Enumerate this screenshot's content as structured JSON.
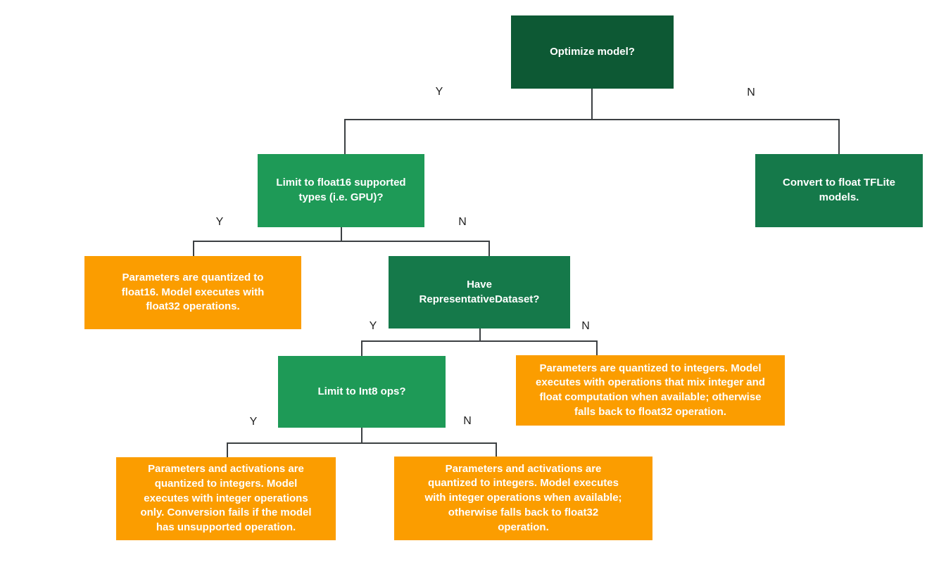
{
  "colors": {
    "green_dark": "#0D5934",
    "green_mid": "#15794A",
    "green_bright": "#1E9A57",
    "orange": "#FB9D00",
    "connector": "#3C4043",
    "branch_label": "#1F1F1F",
    "node_text": "#FFFFFF",
    "background": "#FFFFFF"
  },
  "nodes": [
    {
      "id": "optimize-model",
      "kind": "decision",
      "text": "Optimize model?"
    },
    {
      "id": "limit-float16",
      "kind": "decision",
      "text": "Limit to float16 supported\ntypes (i.e. GPU)?"
    },
    {
      "id": "convert-float-tflite",
      "kind": "outcome",
      "text": "Convert to float TFLite\nmodels."
    },
    {
      "id": "float16-result",
      "kind": "outcome",
      "text": "Parameters are quantized to\nfloat16. Model executes with\nfloat32 operations."
    },
    {
      "id": "have-representative-dataset",
      "kind": "decision",
      "text": "Have\nRepresentativeDataset?"
    },
    {
      "id": "mixed-int-float-result",
      "kind": "outcome",
      "text": "Parameters are quantized to integers. Model\nexecutes with operations that mix integer and\nfloat computation when available; otherwise\nfalls back to float32 operation."
    },
    {
      "id": "limit-int8-ops",
      "kind": "decision",
      "text": "Limit to Int8 ops?"
    },
    {
      "id": "full-int8-result",
      "kind": "outcome",
      "text": "Parameters and activations are\nquantized to integers. Model\nexecutes with integer operations\nonly. Conversion fails if the model\nhas unsupported operation."
    },
    {
      "id": "int8-fallback-result",
      "kind": "outcome",
      "text": "Parameters and activations are\nquantized to integers. Model executes\nwith integer operations when available;\notherwise falls back to float32\noperation."
    }
  ],
  "edges": [
    {
      "from": "optimize-model",
      "to": "limit-float16",
      "label": "Y"
    },
    {
      "from": "optimize-model",
      "to": "convert-float-tflite",
      "label": "N"
    },
    {
      "from": "limit-float16",
      "to": "float16-result",
      "label": "Y"
    },
    {
      "from": "limit-float16",
      "to": "have-representative-dataset",
      "label": "N"
    },
    {
      "from": "have-representative-dataset",
      "to": "limit-int8-ops",
      "label": "Y"
    },
    {
      "from": "have-representative-dataset",
      "to": "mixed-int-float-result",
      "label": "N"
    },
    {
      "from": "limit-int8-ops",
      "to": "full-int8-result",
      "label": "Y"
    },
    {
      "from": "limit-int8-ops",
      "to": "int8-fallback-result",
      "label": "N"
    }
  ]
}
